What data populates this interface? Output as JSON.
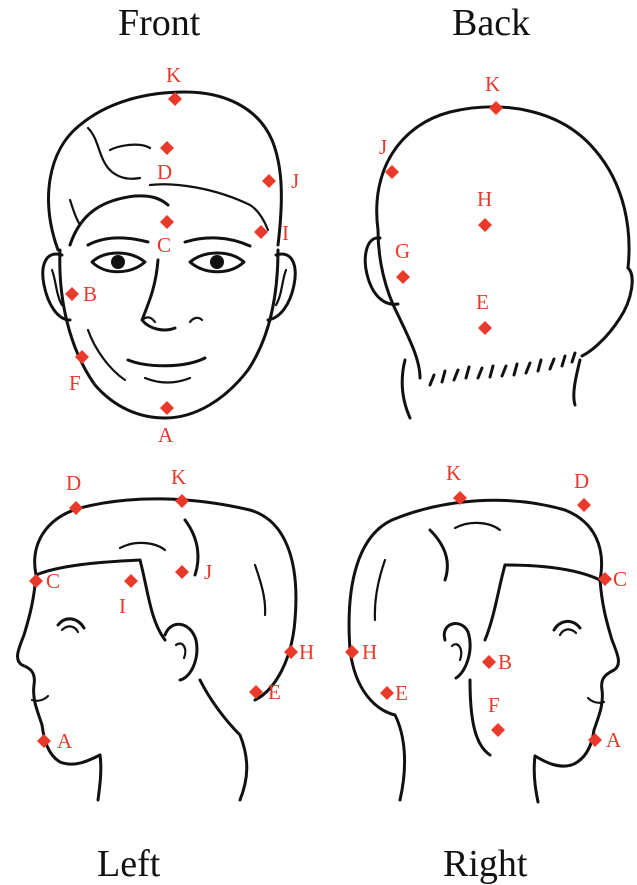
{
  "colors": {
    "marker": "#e8392b",
    "line_art": "#111111",
    "background": "#ffffff"
  },
  "views": {
    "front": {
      "title": "Front",
      "points": [
        {
          "id": "front-K",
          "label": "K"
        },
        {
          "id": "front-D",
          "label": "D"
        },
        {
          "id": "front-J",
          "label": "J"
        },
        {
          "id": "front-C",
          "label": "C"
        },
        {
          "id": "front-I",
          "label": "I"
        },
        {
          "id": "front-B",
          "label": "B"
        },
        {
          "id": "front-F",
          "label": "F"
        },
        {
          "id": "front-A",
          "label": "A"
        }
      ]
    },
    "back": {
      "title": "Back",
      "points": [
        {
          "id": "back-K",
          "label": "K"
        },
        {
          "id": "back-J",
          "label": "J"
        },
        {
          "id": "back-H",
          "label": "H"
        },
        {
          "id": "back-G",
          "label": "G"
        },
        {
          "id": "back-E",
          "label": "E"
        }
      ]
    },
    "left": {
      "title": "Left",
      "points": [
        {
          "id": "left-D",
          "label": "D"
        },
        {
          "id": "left-K",
          "label": "K"
        },
        {
          "id": "left-C",
          "label": "C"
        },
        {
          "id": "left-I",
          "label": "I"
        },
        {
          "id": "left-J",
          "label": "J"
        },
        {
          "id": "left-H",
          "label": "H"
        },
        {
          "id": "left-E",
          "label": "E"
        },
        {
          "id": "left-A",
          "label": "A"
        }
      ]
    },
    "right": {
      "title": "Right",
      "points": [
        {
          "id": "right-K",
          "label": "K"
        },
        {
          "id": "right-D",
          "label": "D"
        },
        {
          "id": "right-C",
          "label": "C"
        },
        {
          "id": "right-H",
          "label": "H"
        },
        {
          "id": "right-B",
          "label": "B"
        },
        {
          "id": "right-E",
          "label": "E"
        },
        {
          "id": "right-F",
          "label": "F"
        },
        {
          "id": "right-A",
          "label": "A"
        }
      ]
    }
  }
}
